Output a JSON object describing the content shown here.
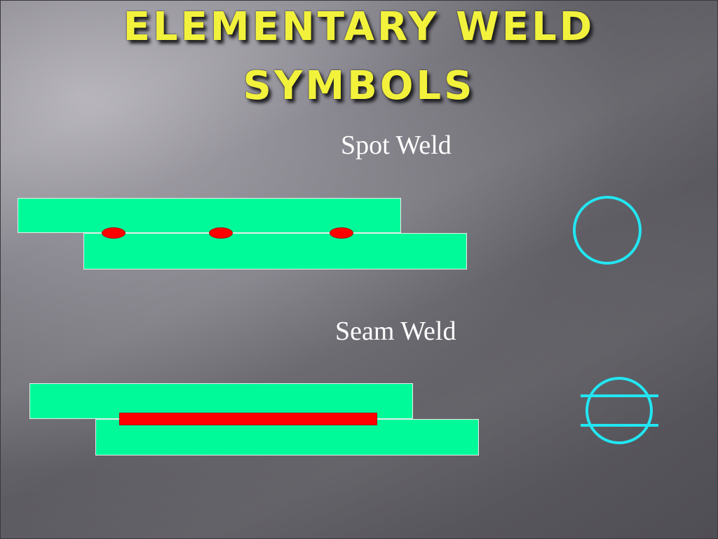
{
  "slide": {
    "title_line_1": "ELEMENTARY WELD",
    "title_line_2": "SYMBOLS"
  },
  "spot_weld": {
    "label": "Spot Weld",
    "weld_count": 3,
    "symbol": "circle-icon"
  },
  "seam_weld": {
    "label": "Seam Weld",
    "symbol": "circle-with-two-lines-icon"
  },
  "colors": {
    "title": "#f2f23c",
    "plate": "#00fa9a",
    "weld": "#ff0000",
    "symbol": "#22e6f2",
    "label": "#ffffff"
  }
}
